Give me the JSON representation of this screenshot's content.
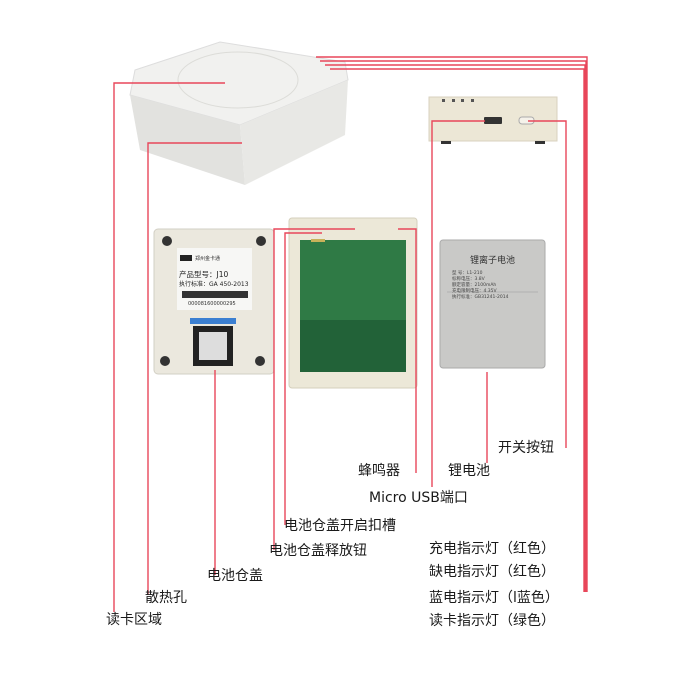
{
  "colors": {
    "leader_line": "#e8475a",
    "device_body": "#eceae4",
    "pcb": "#2f7a45",
    "battery": "#c9c9c7"
  },
  "device_label": {
    "model": "产品型号：J10",
    "standard": "执行标准：GA 450-2013",
    "barcode_number": "000081600000295"
  },
  "battery_label": {
    "title": "锂离子电池",
    "model": "型 号：L1-210",
    "voltage": "标称电压：3.8V",
    "capacity": "额定容量：2100mAh",
    "charge_voltage": "充电限制电压：4.35V",
    "standard": "执行标准：GB31241-2014"
  },
  "callouts": {
    "power_button": "开关按钮",
    "lithium_battery": "锂电池",
    "buzzer": "蜂鸣器",
    "micro_usb": "Micro USB端口",
    "cover_open_slot": "电池仓盖开启扣槽",
    "cover_release_button": "电池仓盖释放钮",
    "battery_cover": "电池仓盖",
    "heat_vents": "散热孔",
    "card_reading_area": "读卡区域"
  },
  "indicators": [
    "充电指示灯（红色）",
    "缺电指示灯（红色）",
    "蓝电指示灯（l蓝色）",
    "读卡指示灯（绿色）"
  ]
}
